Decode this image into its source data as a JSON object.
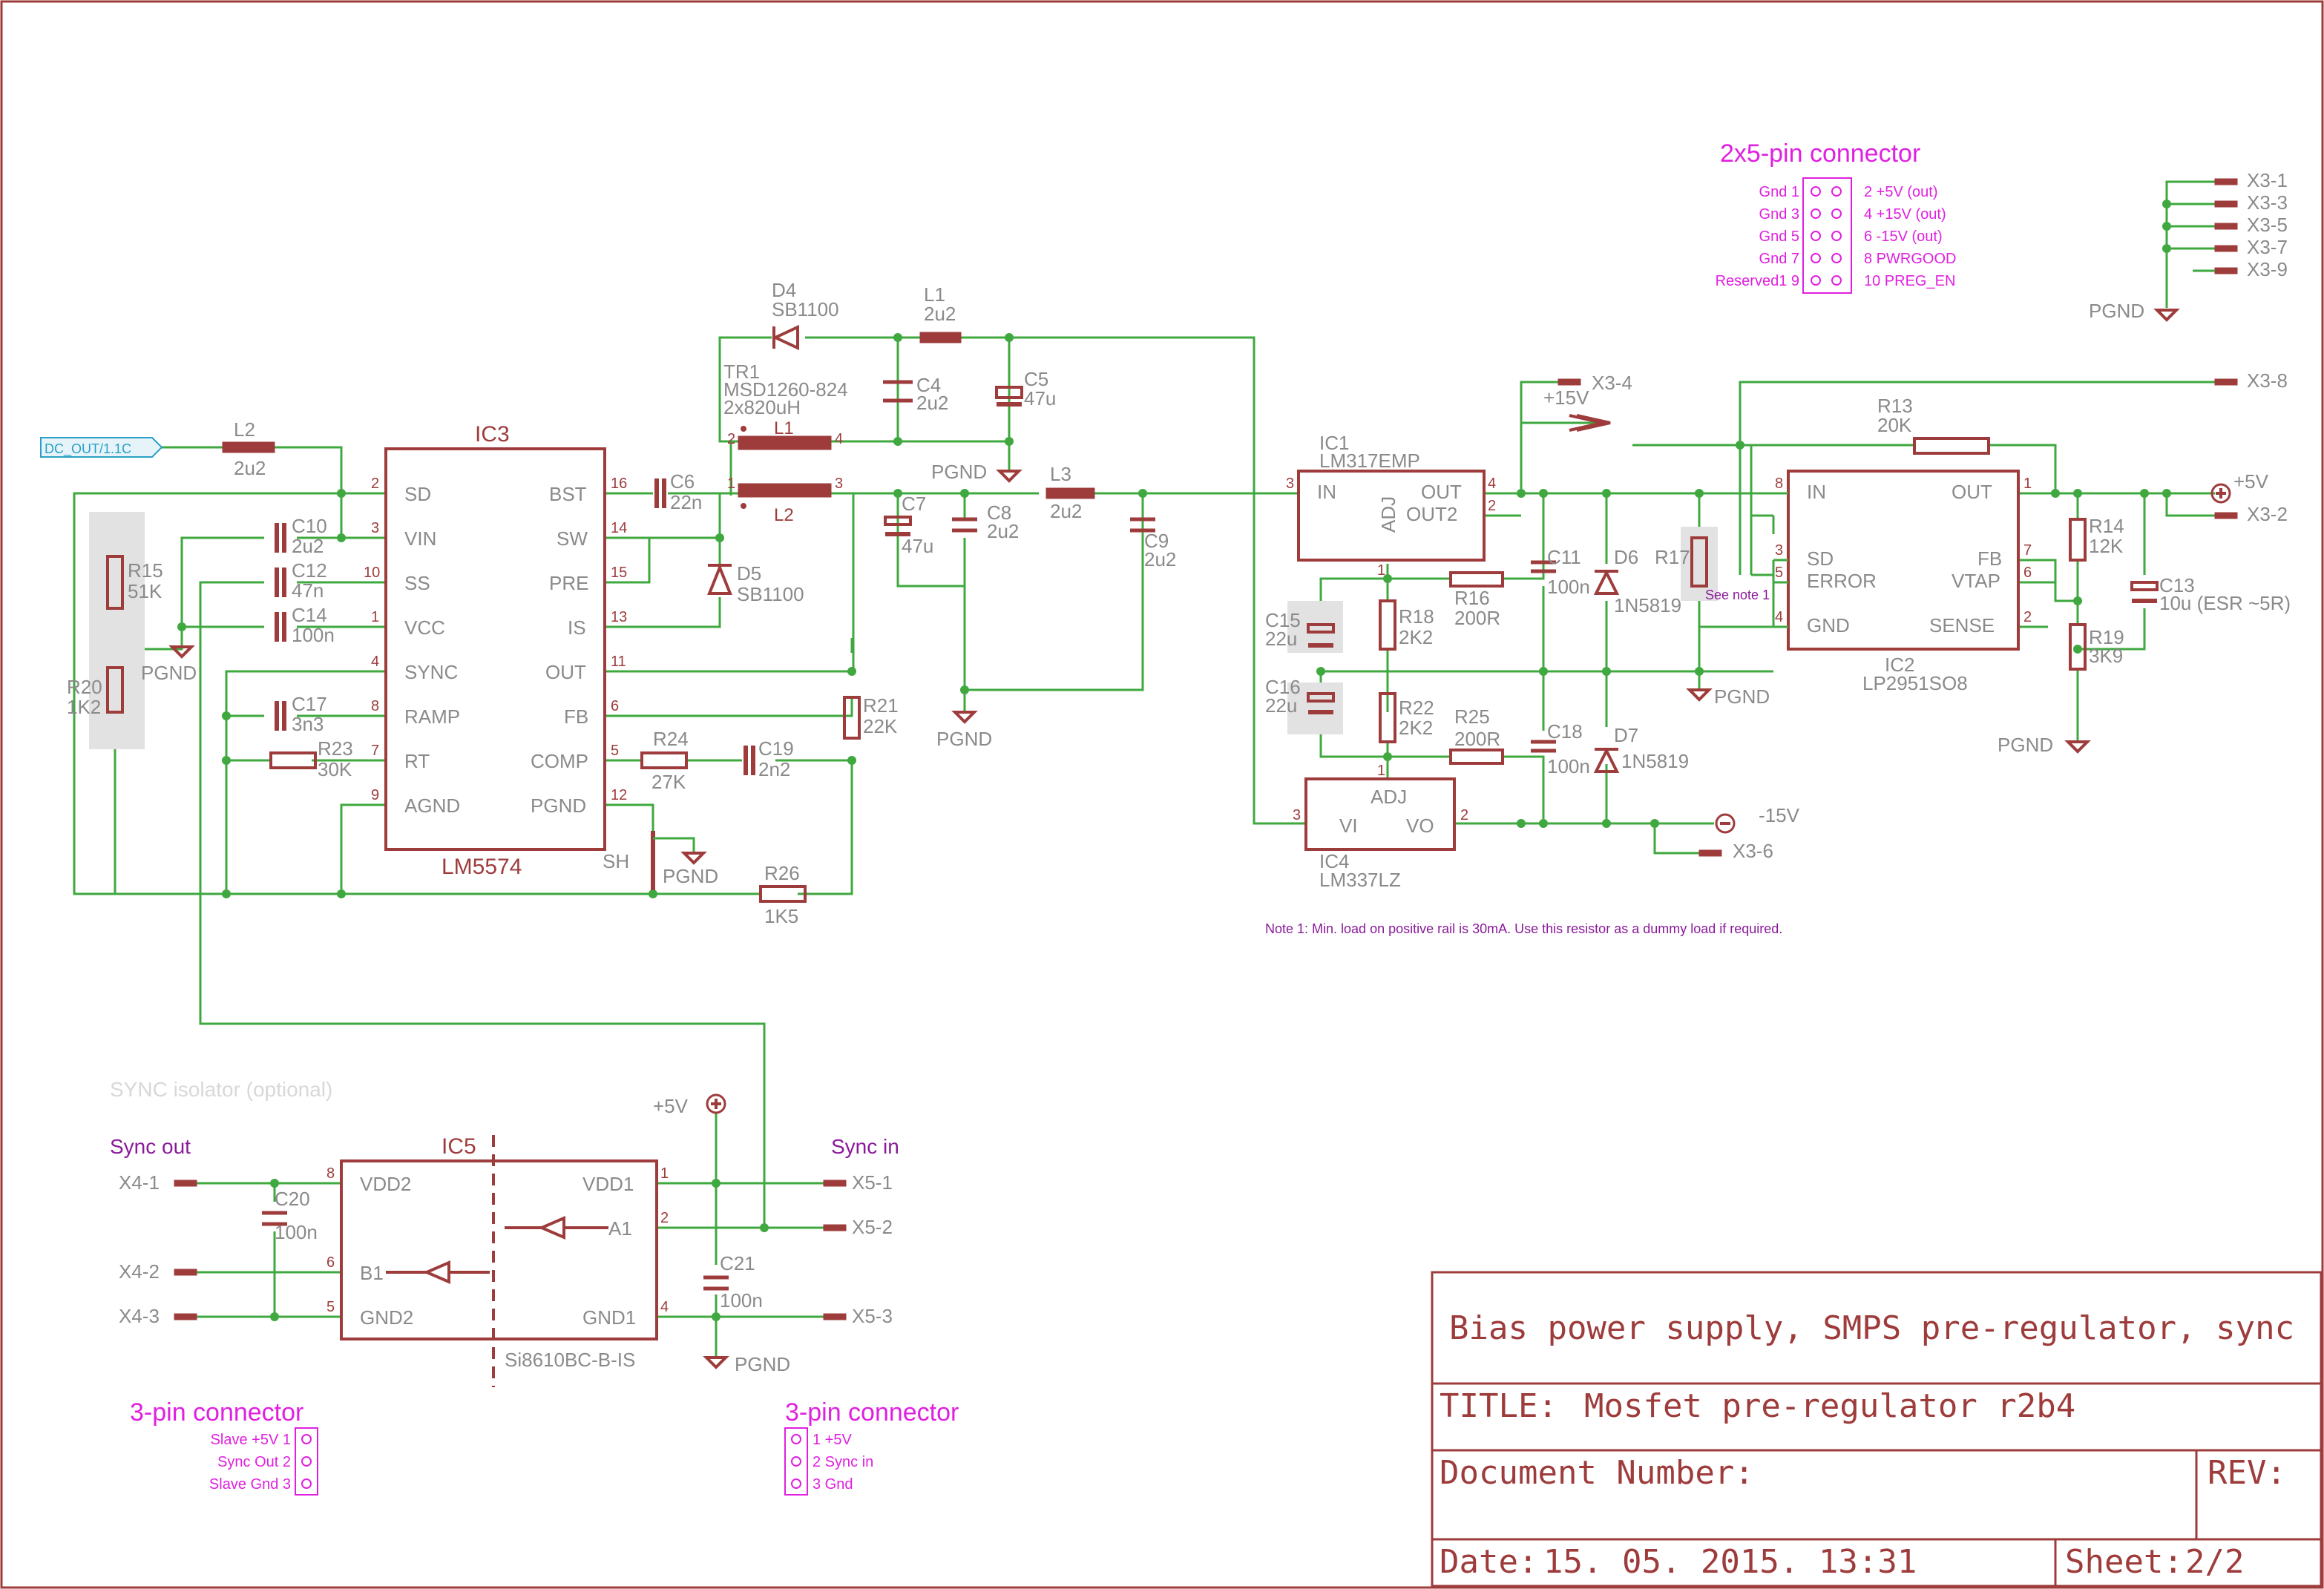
{
  "title_block": {
    "description": "Bias power supply, SMPS pre-regulator, sync",
    "title_label": "TITLE:",
    "title": "Mosfet pre-regulator r2b4",
    "document_label": "Document Number:",
    "rev_label": "REV:",
    "date_label": "Date:",
    "date": "15. 05. 2015. 13:31",
    "sheet_label": "Sheet:",
    "sheet": "2/2"
  },
  "connector_2x5": {
    "title": "2x5-pin connector",
    "left": [
      "Gnd 1",
      "Gnd 3",
      "Gnd 5",
      "Gnd 7",
      "Reserved1 9"
    ],
    "right": [
      "2 +5V (out)",
      "4 +15V (out)",
      "6 -15V (out)",
      "8 PWRGOOD",
      "10 PREG_EN"
    ]
  },
  "connector_slave": {
    "title": "3-pin connector",
    "pins": [
      "Slave +5V 1",
      "Sync Out 2",
      "Slave Gnd 3"
    ]
  },
  "connector_master": {
    "title": "3-pin connector",
    "pins": [
      "1 +5V",
      "2 Sync in",
      "3 Gnd"
    ]
  },
  "labels": {
    "dc_out": "DC_OUT/1.1C",
    "note1": "Note 1: Min. load on positive rail is 30mA. Use this resistor as a dummy load if required.",
    "see_note": "See note 1",
    "sync_isolator": "SYNC isolator (optional)",
    "sync_out": "Sync out",
    "sync_in": "Sync in",
    "pgnd": "PGND",
    "p15v": "+15V",
    "p5v": "+5V",
    "m15v": "-15V",
    "sh": "SH"
  },
  "ic3": {
    "name": "IC3",
    "part": "LM5574",
    "left_pins": [
      {
        "num": "2",
        "name": "SD"
      },
      {
        "num": "3",
        "name": "VIN"
      },
      {
        "num": "10",
        "name": "SS"
      },
      {
        "num": "1",
        "name": "VCC"
      },
      {
        "num": "4",
        "name": "SYNC"
      },
      {
        "num": "8",
        "name": "RAMP"
      },
      {
        "num": "7",
        "name": "RT"
      },
      {
        "num": "9",
        "name": "AGND"
      }
    ],
    "right_pins": [
      {
        "num": "16",
        "name": "BST"
      },
      {
        "num": "14",
        "name": "SW"
      },
      {
        "num": "15",
        "name": "PRE"
      },
      {
        "num": "13",
        "name": "IS"
      },
      {
        "num": "11",
        "name": "OUT"
      },
      {
        "num": "6",
        "name": "FB"
      },
      {
        "num": "5",
        "name": "COMP"
      },
      {
        "num": "12",
        "name": "PGND"
      }
    ]
  },
  "ic1": {
    "name": "IC1",
    "part": "LM317EMP",
    "in": "IN",
    "out": "OUT",
    "out2": "OUT2",
    "adj": "ADJ",
    "pins": [
      "3",
      "4",
      "2",
      "1"
    ]
  },
  "ic4": {
    "name": "IC4",
    "part": "LM337LZ",
    "vi": "VI",
    "vo": "VO",
    "adj": "ADJ",
    "pins": [
      "3",
      "2",
      "1"
    ]
  },
  "ic2": {
    "name": "IC2",
    "part": "LP2951SO8",
    "left_pins": [
      {
        "num": "8",
        "name": "IN"
      },
      {
        "num": "3",
        "name": "SD"
      },
      {
        "num": "5",
        "name": "ERROR"
      },
      {
        "num": "4",
        "name": "GND"
      }
    ],
    "right_pins": [
      {
        "num": "1",
        "name": "OUT"
      },
      {
        "num": "7",
        "name": "FB"
      },
      {
        "num": "6",
        "name": "VTAP"
      },
      {
        "num": "2",
        "name": "SENSE"
      }
    ]
  },
  "ic5": {
    "name": "IC5",
    "part": "Si8610BC-B-IS",
    "left_pins": [
      {
        "num": "8",
        "name": "VDD2"
      },
      {
        "num": "6",
        "name": "B1"
      },
      {
        "num": "5",
        "name": "GND2"
      }
    ],
    "right_pins": [
      {
        "num": "1",
        "name": "VDD1"
      },
      {
        "num": "2",
        "name": "A1"
      },
      {
        "num": "4",
        "name": "GND1"
      }
    ]
  },
  "tr1": {
    "name": "TR1",
    "part": "MSD1260-824",
    "value": "2x820uH",
    "l1": "L1",
    "l2": "L2",
    "pins": [
      "2",
      "4",
      "1",
      "3"
    ]
  },
  "components": {
    "L2": {
      "name": "L2",
      "value": "2u2"
    },
    "L1": {
      "name": "L1",
      "value": "2u2"
    },
    "L3": {
      "name": "L3",
      "value": "2u2"
    },
    "D4": {
      "name": "D4",
      "value": "SB1100"
    },
    "D5": {
      "name": "D5",
      "value": "SB1100"
    },
    "D6": {
      "name": "D6",
      "value": "1N5819"
    },
    "D7": {
      "name": "D7",
      "value": "1N5819"
    },
    "R15": {
      "name": "R15",
      "value": "51K"
    },
    "R20": {
      "name": "R20",
      "value": "1K2"
    },
    "R23": {
      "name": "R23",
      "value": "30K"
    },
    "R24": {
      "name": "R24",
      "value": "27K"
    },
    "R21": {
      "name": "R21",
      "value": "22K"
    },
    "R26": {
      "name": "R26",
      "value": "1K5"
    },
    "R13": {
      "name": "R13",
      "value": "20K"
    },
    "R14": {
      "name": "R14",
      "value": "12K"
    },
    "R19": {
      "name": "R19",
      "value": "3K9"
    },
    "R16": {
      "name": "R16",
      "value": "200R"
    },
    "R25": {
      "name": "R25",
      "value": "200R"
    },
    "R18": {
      "name": "R18",
      "value": "2K2"
    },
    "R22": {
      "name": "R22",
      "value": "2K2"
    },
    "R17": {
      "name": "R17",
      "value": ""
    },
    "C10": {
      "name": "C10",
      "value": "2u2"
    },
    "C12": {
      "name": "C12",
      "value": "47n"
    },
    "C14": {
      "name": "C14",
      "value": "100n"
    },
    "C17": {
      "name": "C17",
      "value": "3n3"
    },
    "C19": {
      "name": "C19",
      "value": "2n2"
    },
    "C6": {
      "name": "C6",
      "value": "22n"
    },
    "C4": {
      "name": "C4",
      "value": "2u2"
    },
    "C5": {
      "name": "C5",
      "value": "47u"
    },
    "C7": {
      "name": "C7",
      "value": "47u"
    },
    "C8": {
      "name": "C8",
      "value": "2u2"
    },
    "C9": {
      "name": "C9",
      "value": "2u2"
    },
    "C11": {
      "name": "C11",
      "value": "100n"
    },
    "C18": {
      "name": "C18",
      "value": "100n"
    },
    "C15": {
      "name": "C15",
      "value": "22u"
    },
    "C16": {
      "name": "C16",
      "value": "22u"
    },
    "C13": {
      "name": "C13",
      "value": "10u (ESR ~5R)"
    },
    "C20": {
      "name": "C20",
      "value": "100n"
    },
    "C21": {
      "name": "C21",
      "value": "100n"
    }
  },
  "x3": [
    "X3-1",
    "X3-3",
    "X3-5",
    "X3-7",
    "X3-9",
    "X3-4",
    "X3-8",
    "X3-2",
    "X3-6"
  ],
  "x4": [
    "X4-1",
    "X4-2",
    "X4-3"
  ],
  "x5": [
    "X5-1",
    "X5-2",
    "X5-3"
  ]
}
